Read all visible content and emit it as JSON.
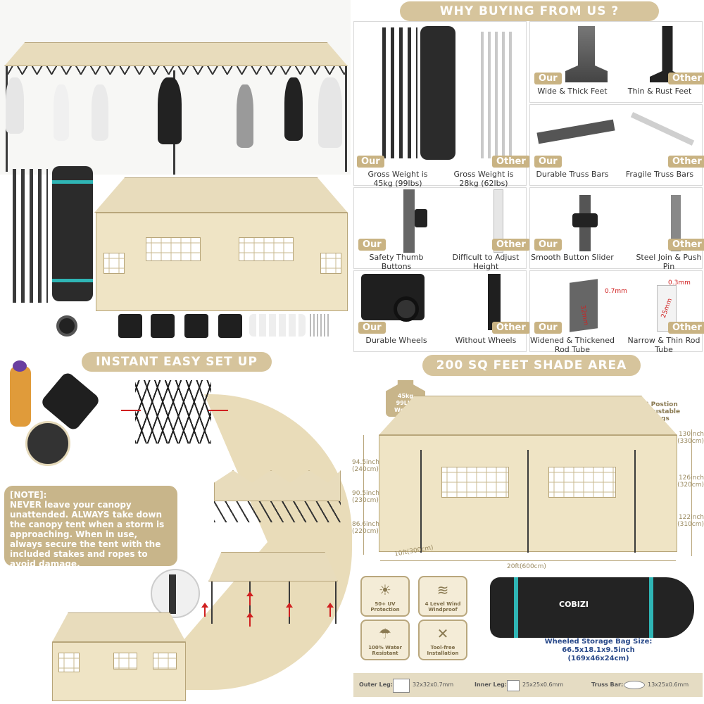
{
  "right_top": {
    "banner": "WHY BUYING FROM US ?",
    "compare_cells": [
      {
        "tag_left": "Our",
        "tag_right": "Other",
        "cap_left": "Gross Weight is 45kg (99lbs)",
        "cap_right": "Gross Weight is 28kg (62lbs)"
      },
      {
        "tag_left": "Our",
        "tag_right": "Other",
        "cap_left": "Wide & Thick Feet",
        "cap_right": "Thin & Rust Feet"
      },
      {
        "tag_left": "Our",
        "tag_right": "Other",
        "cap_left": "Durable Truss Bars",
        "cap_right": "Fragile Truss Bars"
      },
      {
        "tag_left": "Our",
        "tag_right": "Other",
        "cap_left": "Safety Thumb Buttons",
        "cap_right": "Difficult to Adjust Height"
      },
      {
        "tag_left": "Our",
        "tag_right": "Other",
        "cap_left": "Smooth Button Slider",
        "cap_right": "Steel Join & Push Pin"
      },
      {
        "tag_left": "Our",
        "tag_right": "Other",
        "cap_left": "Durable Wheels",
        "cap_right": "Without Wheels"
      },
      {
        "tag_left": "Our",
        "tag_right": "Other",
        "cap_left": "Widened & Thickened Rod Tube",
        "cap_right": "Narrow & Thin Rod Tube"
      }
    ],
    "rod_labels": {
      "our_w": "0.7mm",
      "our_h": "32mm",
      "other_w": "0.3mm",
      "other_h": "25mm"
    }
  },
  "left_bottom": {
    "banner": "INSTANT EASY SET UP",
    "note_title": "[NOTE]:",
    "note_body": "NEVER leave your canopy unattended. ALWAYS take down the canopy tent when a storm is approaching. When in use, always secure the tent with the included stakes and ropes to avoid damage."
  },
  "right_bottom": {
    "banner": "200 SQ FEET SHADE AREA",
    "weight_badge": "45kg 99Lbs Weight",
    "position_note": "3 Postion Adjustable Legs",
    "left_heights": [
      "94.5inch (240cm)",
      "90.5inch (230cm)",
      "86.6inch (220cm)"
    ],
    "right_heights": [
      "130inch (330cm)",
      "126inch (320cm)",
      "122inch (310cm)"
    ],
    "depth": "10ft(300cm)",
    "width": "20ft(600cm)",
    "features": [
      "50+ UV Protection",
      "4 Level Wind Windproof",
      "100% Water Resistant",
      "Tool-free Installation"
    ],
    "bag_brand": "COBIZI",
    "bag_title": "Wheeled Storage Bag Size:",
    "bag_size": "66.5x18.1x9.5inch",
    "bag_size_cm": "(169x46x24cm)",
    "specs": {
      "outer_label": "Outer Leg:",
      "outer_val": "32x32x0.7mm",
      "inner_label": "Inner Leg:",
      "inner_val": "25x25x0.6mm",
      "truss_label": "Truss Bar:",
      "truss_val": "13x25x0.6mm"
    }
  },
  "colors": {
    "accent": "#d6c49c",
    "canopy": "#e8dcbc",
    "arrow": "#d02020"
  }
}
